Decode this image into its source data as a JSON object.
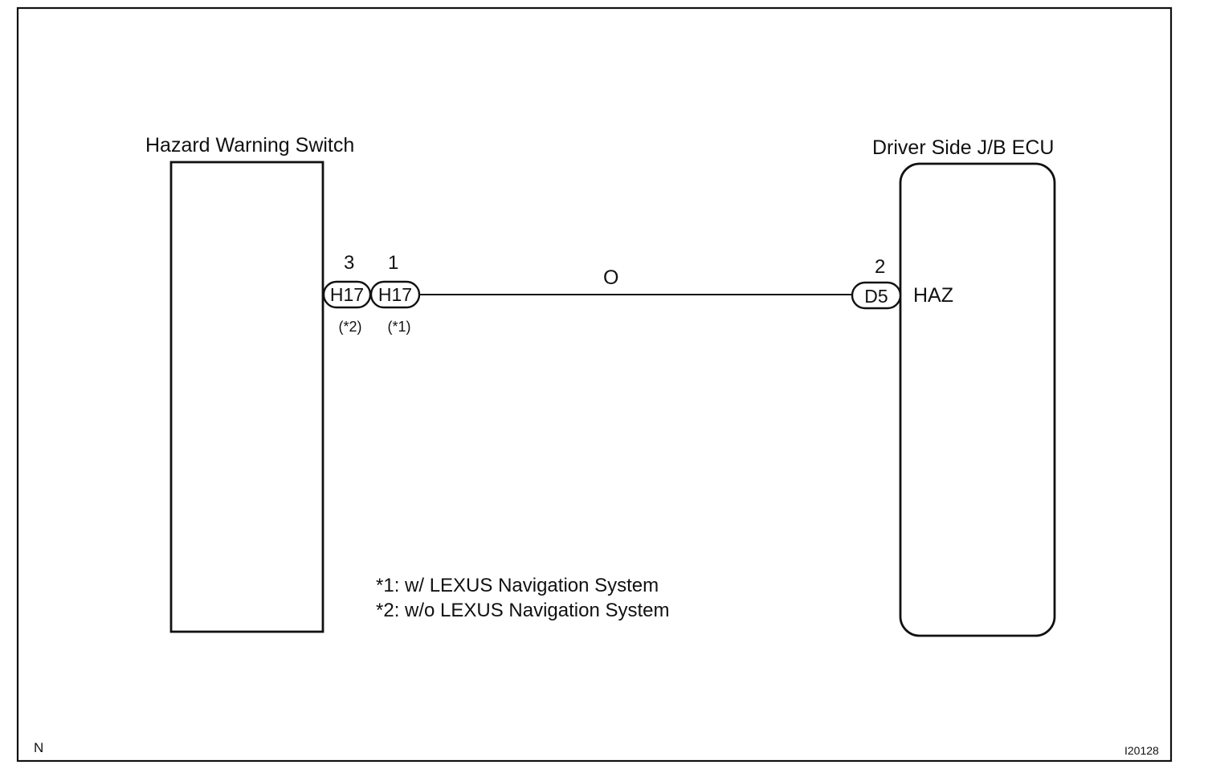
{
  "diagram": {
    "components": {
      "hazard_switch": {
        "label": "Hazard Warning Switch"
      },
      "jb_ecu": {
        "label": "Driver Side J/B ECU",
        "terminal_label": "HAZ"
      }
    },
    "connectors": [
      {
        "id": "H17",
        "pin": "3",
        "note": "(*2)"
      },
      {
        "id": "H17",
        "pin": "1",
        "note": "(*1)"
      },
      {
        "id": "D5",
        "pin": "2"
      }
    ],
    "wire": {
      "color_code": "O"
    },
    "footnotes": [
      "*1: w/ LEXUS Navigation System",
      "*2: w/o LEXUS Navigation System"
    ],
    "corner_mark": "N",
    "figure_code": "I20128"
  }
}
